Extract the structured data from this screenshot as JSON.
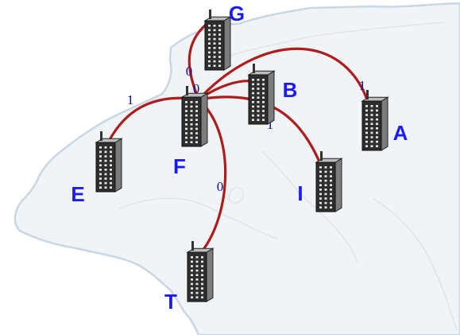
{
  "colors": {
    "link": "#b01c1c",
    "node_label": "#1a1aff",
    "edge_label": "#0c0caa",
    "server_body": "#2e2e2e",
    "server_side": "#7c7c7c",
    "server_top": "#bdbdbd"
  },
  "icons": {
    "server": "server-rack-icon",
    "background": "europe-map"
  },
  "nodes": [
    {
      "id": "G",
      "label": "G"
    },
    {
      "id": "B",
      "label": "B"
    },
    {
      "id": "A",
      "label": "A"
    },
    {
      "id": "F",
      "label": "F"
    },
    {
      "id": "E",
      "label": "E"
    },
    {
      "id": "I",
      "label": "I"
    },
    {
      "id": "T",
      "label": "T"
    }
  ],
  "links": [
    {
      "from": "F",
      "to": "G",
      "label": "0"
    },
    {
      "from": "F",
      "to": "B",
      "label": "0"
    },
    {
      "from": "F",
      "to": "A",
      "label": "1"
    },
    {
      "from": "F",
      "to": "E",
      "label": "1"
    },
    {
      "from": "F",
      "to": "I",
      "label": "1"
    },
    {
      "from": "F",
      "to": "T",
      "label": "0"
    }
  ]
}
